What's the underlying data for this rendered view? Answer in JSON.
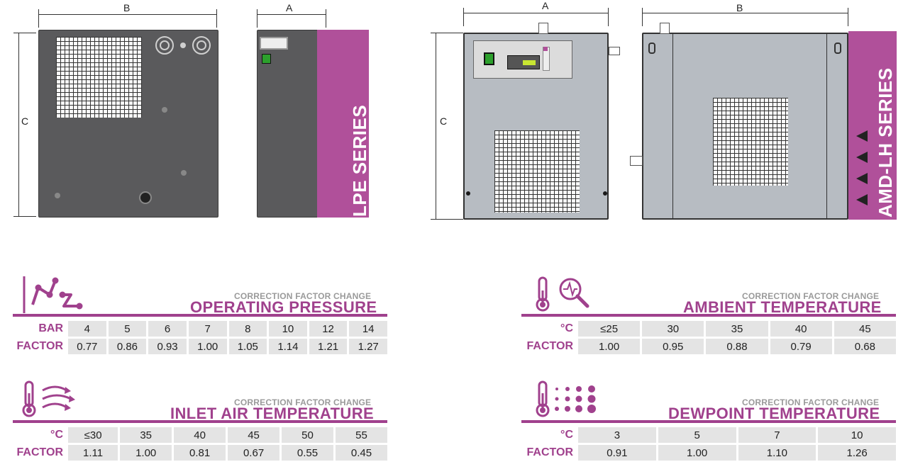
{
  "drawings": {
    "lpe": {
      "dim_b": "B",
      "dim_a": "A",
      "dim_c": "C",
      "series_label": "LPE SERIES"
    },
    "amd": {
      "dim_a": "A",
      "dim_b": "B",
      "dim_c": "C",
      "series_label": "AMD-LH SERIES"
    }
  },
  "tables": {
    "operating_pressure": {
      "subtitle": "CORRECTION FACTOR CHANGE",
      "title": "OPERATING PRESSURE",
      "icon": "pressure-graph-icon",
      "row1_label": "BAR",
      "row2_label": "FACTOR",
      "headers": [
        "4",
        "5",
        "6",
        "7",
        "8",
        "10",
        "12",
        "14"
      ],
      "factors": [
        "0.77",
        "0.86",
        "0.93",
        "1.00",
        "1.05",
        "1.14",
        "1.21",
        "1.27"
      ]
    },
    "ambient_temperature": {
      "subtitle": "CORRECTION FACTOR CHANGE",
      "title": "AMBIENT TEMPERATURE",
      "icon": "thermometer-magnifier-icon",
      "row1_label": "°C",
      "row2_label": "FACTOR",
      "headers": [
        "≤25",
        "30",
        "35",
        "40",
        "45"
      ],
      "factors": [
        "1.00",
        "0.95",
        "0.88",
        "0.79",
        "0.68"
      ]
    },
    "inlet_air_temperature": {
      "subtitle": "CORRECTION FACTOR CHANGE",
      "title": "INLET AIR TEMPERATURE",
      "icon": "thermometer-airflow-icon",
      "row1_label": "°C",
      "row2_label": "FACTOR",
      "headers": [
        "≤30",
        "35",
        "40",
        "45",
        "50",
        "55"
      ],
      "factors": [
        "1.11",
        "1.00",
        "0.81",
        "0.67",
        "0.55",
        "0.45"
      ]
    },
    "dewpoint_temperature": {
      "subtitle": "CORRECTION FACTOR CHANGE",
      "title": "DEWPOINT TEMPERATURE",
      "icon": "thermometer-droplets-icon",
      "row1_label": "°C",
      "row2_label": "FACTOR",
      "headers": [
        "3",
        "5",
        "7",
        "10"
      ],
      "factors": [
        "0.91",
        "1.00",
        "1.10",
        "1.26"
      ]
    }
  },
  "colors": {
    "accent": "#a0418d",
    "band": "#b0509a",
    "cell": "#e4e4e4",
    "lpe_body": "#5a5a5c",
    "amd_body": "#b7bcc2"
  }
}
